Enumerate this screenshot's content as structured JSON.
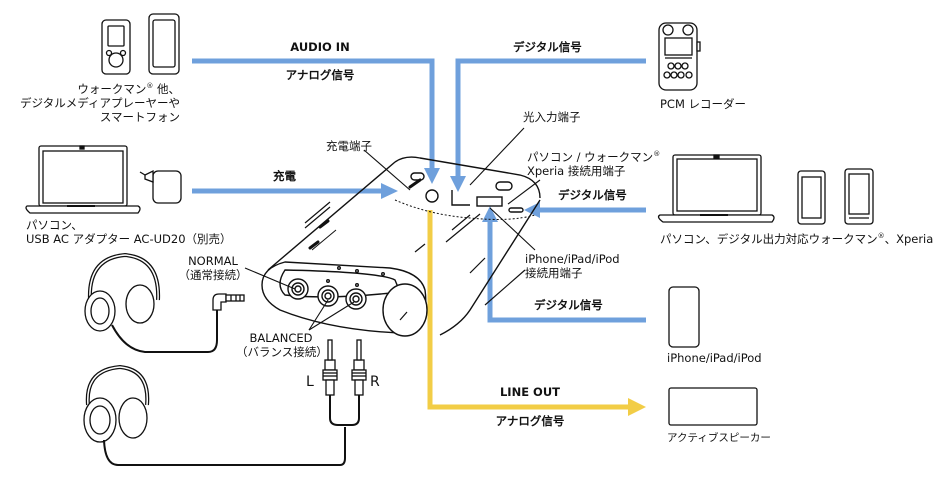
{
  "colors": {
    "digital_blue": "#6fa0dc",
    "analog_yellow": "#f2cd46",
    "outline": "#111111"
  },
  "connections": {
    "audio_in": {
      "top": "AUDIO IN",
      "bottom": "アナログ信号"
    },
    "charge": {
      "label": "充電"
    },
    "pcm_digital": {
      "label": "デジタル信号"
    },
    "pc_digital": {
      "label": "デジタル信号"
    },
    "iphone_digital": {
      "label": "デジタル信号"
    },
    "line_out": {
      "top": "LINE OUT",
      "bottom": "アナログ信号"
    }
  },
  "devices": {
    "walkman": {
      "line1": "ウォークマン",
      "reg": "®",
      "line1_suffix": " 他、",
      "line2": "デジタルメディアプレーヤーや",
      "line3": "スマートフォン"
    },
    "pc_adapter": {
      "line1": "パソコン、",
      "line2": "USB AC アダプター AC-UD20（別売）"
    },
    "pcm_recorder": {
      "label": "PCM レコーダー"
    },
    "pc_walkman_xperia": {
      "prefix": "パソコン、デジタル出力対応ウォークマン",
      "reg": "®",
      "suffix": "、Xperia"
    },
    "iphone": {
      "label": "iPhone/iPad/iPod"
    },
    "speaker": {
      "label": "アクティブスピーカー"
    }
  },
  "ports": {
    "charge_port": "充電端子",
    "optical_in": "光入力端子",
    "pc_port": {
      "line1": "パソコン / ウォークマン",
      "reg": "®",
      "line2": "Xperia 接続用端子"
    },
    "iphone_port": {
      "line1": "iPhone/iPad/iPod",
      "line2": "接続用端子"
    },
    "normal": {
      "line1": "NORMAL",
      "line2": "（通常接続）"
    },
    "balanced": {
      "line1": "BALANCED",
      "line2": "（バランス接続）"
    },
    "left": "L",
    "right": "R"
  }
}
